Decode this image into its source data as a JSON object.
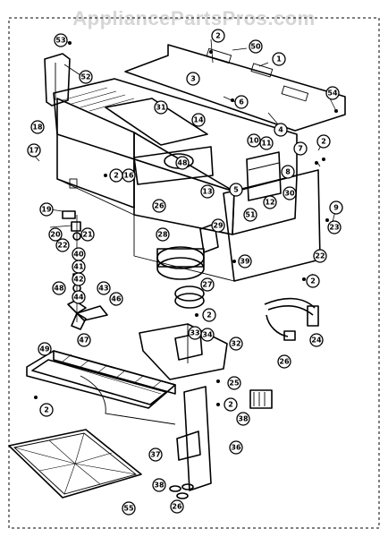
{
  "watermark": "AppliancePartsPros.com",
  "callouts": {
    "c53": "53",
    "c52": "52",
    "c50": "50",
    "c1": "1",
    "c2a": "2",
    "c3": "3",
    "c6": "6",
    "c54": "54",
    "c4": "4",
    "c31": "31",
    "c14": "14",
    "c10": "10",
    "c11": "11",
    "c7": "7",
    "c2b": "2",
    "c18": "18",
    "c17": "17",
    "c2c": "2",
    "c16": "16",
    "c48": "48",
    "c13": "13",
    "c8": "8",
    "c5": "5",
    "c30": "30",
    "c12": "12",
    "c26": "26",
    "c51": "51",
    "c19": "19",
    "c20": "20",
    "c21": "21",
    "c22a": "22",
    "c29": "29",
    "c28": "28",
    "c39": "39",
    "c22b": "22",
    "c40": "40",
    "c41": "41",
    "c42": "42",
    "c43": "43",
    "c46": "46",
    "c44": "44",
    "c49": "49",
    "c27": "27",
    "c2d": "2",
    "c47": "47",
    "c2e": "2",
    "c23": "23",
    "c24": "24",
    "c33": "33",
    "c34": "34",
    "c32": "32",
    "c25": "25",
    "c2f": "2",
    "c2g": "2",
    "c9": "9",
    "c38a": "38",
    "c37": "37",
    "c36": "36",
    "c55": "55",
    "c38b": "38",
    "c26b": "26"
  }
}
